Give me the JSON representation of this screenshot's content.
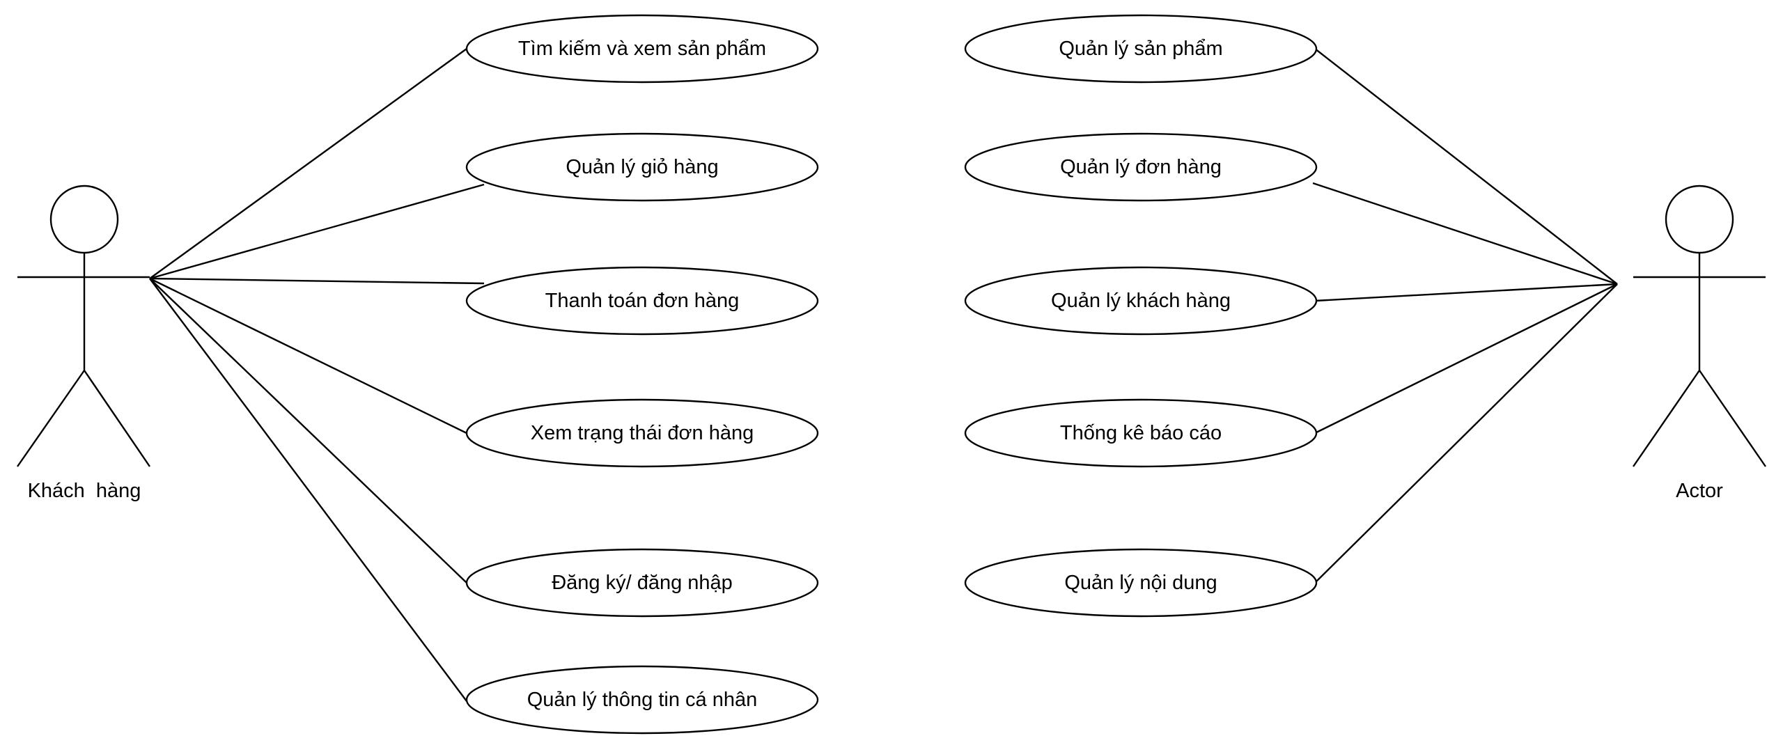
{
  "actors": {
    "customer": {
      "label": "Khách  hàng"
    },
    "admin": {
      "label": "Actor"
    }
  },
  "use_cases": {
    "customer": [
      {
        "label": "Tìm kiếm và xem sản phẩm"
      },
      {
        "label": "Quản lý giỏ hàng"
      },
      {
        "label": "Thanh toán đơn hàng"
      },
      {
        "label": "Xem trạng thái đơn hàng"
      },
      {
        "label": "Đăng ký/ đăng nhập"
      },
      {
        "label": "Quản lý thông tin cá nhân"
      }
    ],
    "admin": [
      {
        "label": "Quản lý sản phẩm"
      },
      {
        "label": "Quản lý đơn hàng"
      },
      {
        "label": "Quản lý khách hàng"
      },
      {
        "label": "Thống kê báo cáo"
      },
      {
        "label": "Quản lý nội dung"
      }
    ]
  },
  "colors": {
    "line": "#000000",
    "background": "#ffffff"
  }
}
